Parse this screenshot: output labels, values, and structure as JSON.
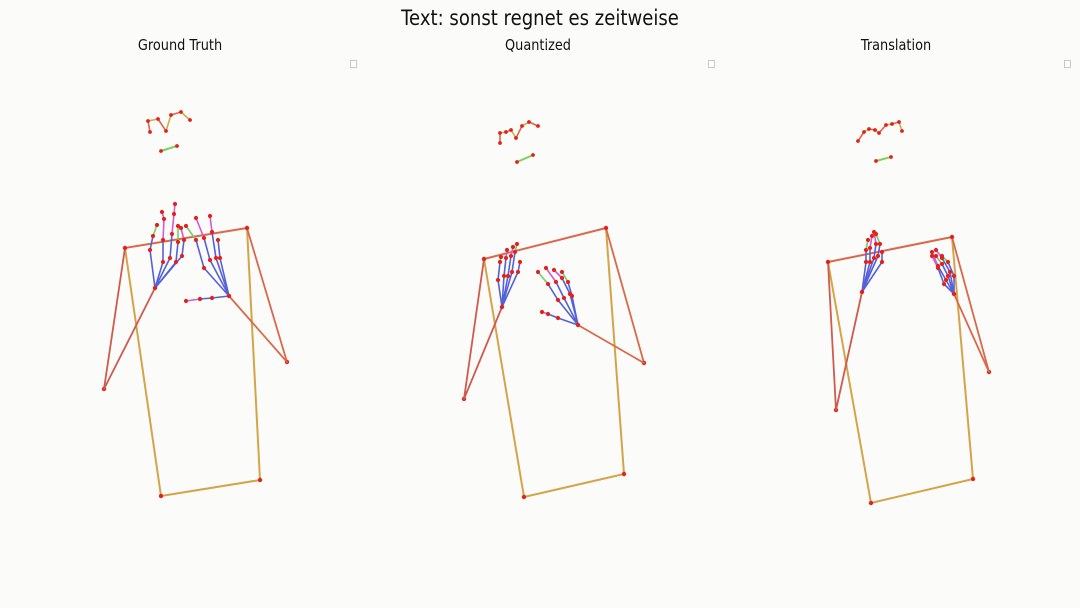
{
  "figure": {
    "title": "Text: sonst regnet es zeitweise",
    "panels": [
      {
        "id": "gt",
        "title": "Ground Truth"
      },
      {
        "id": "quant",
        "title": "Quantized"
      },
      {
        "id": "trans",
        "title": "Translation"
      }
    ]
  },
  "colors": {
    "joint": "#e0231d",
    "body_upper": "#d9694a",
    "body_lower": "#d4a548",
    "arm": "#cf5a4e",
    "hand_palm": "#5561d6",
    "hand_finger_a": "#6fd06a",
    "hand_finger_b": "#d45bd3",
    "face_brow": "#c8b043",
    "face_mouth": "#7ad15a"
  }
}
